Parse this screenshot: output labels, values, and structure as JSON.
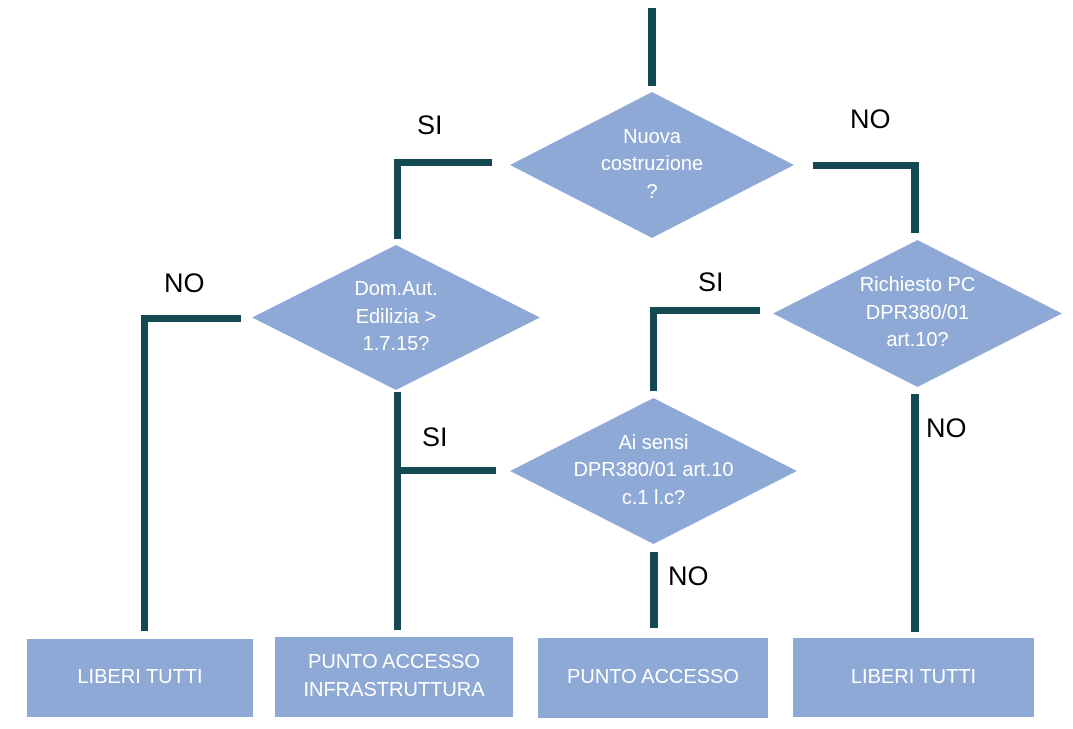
{
  "colors": {
    "background": "#ffffff",
    "node_fill": "#8ea9d6",
    "node_text": "#ffffff",
    "connector": "#134a52",
    "edge_label_text": "#000000"
  },
  "nodes": {
    "q_nuova_costruzione": {
      "label": "Nuova\ncostruzione\n?"
    },
    "q_dom_aut_edilizia": {
      "label": "Dom.Aut.\nEdilizia >\n1.7.15?"
    },
    "q_ai_sensi": {
      "label": "Ai sensi\nDPR380/01 art.10\nc.1 l.c?"
    },
    "q_richiesto_pc": {
      "label": "Richiesto PC\nDPR380/01\nart.10?"
    },
    "r_liberi_tutti_left": {
      "label": "LIBERI TUTTI"
    },
    "r_punto_accesso_infrastruttura": {
      "label": "PUNTO ACCESSO\nINFRASTRUTTURA"
    },
    "r_punto_accesso": {
      "label": "PUNTO ACCESSO"
    },
    "r_liberi_tutti_right": {
      "label": "LIBERI TUTTI"
    }
  },
  "edge_labels": {
    "nuova_si": "SI",
    "nuova_no": "NO",
    "dom_aut_no": "NO",
    "richiesto_si": "SI",
    "ai_sensi_si": "SI",
    "ai_sensi_no": "NO",
    "richiesto_no": "NO"
  },
  "edges": [
    {
      "from": "start",
      "to": "q_nuova_costruzione",
      "label": ""
    },
    {
      "from": "q_nuova_costruzione",
      "to": "q_dom_aut_edilizia",
      "label": "SI"
    },
    {
      "from": "q_nuova_costruzione",
      "to": "q_richiesto_pc",
      "label": "NO"
    },
    {
      "from": "q_dom_aut_edilizia",
      "to": "r_liberi_tutti_left",
      "label": "NO"
    },
    {
      "from": "q_dom_aut_edilizia",
      "to": "r_punto_accesso_infrastruttura",
      "label": ""
    },
    {
      "from": "q_richiesto_pc",
      "to": "q_ai_sensi",
      "label": "SI"
    },
    {
      "from": "q_richiesto_pc",
      "to": "r_liberi_tutti_right",
      "label": "NO"
    },
    {
      "from": "q_ai_sensi",
      "to": "r_punto_accesso_infrastruttura",
      "label": "SI"
    },
    {
      "from": "q_ai_sensi",
      "to": "r_punto_accesso",
      "label": "NO"
    }
  ]
}
